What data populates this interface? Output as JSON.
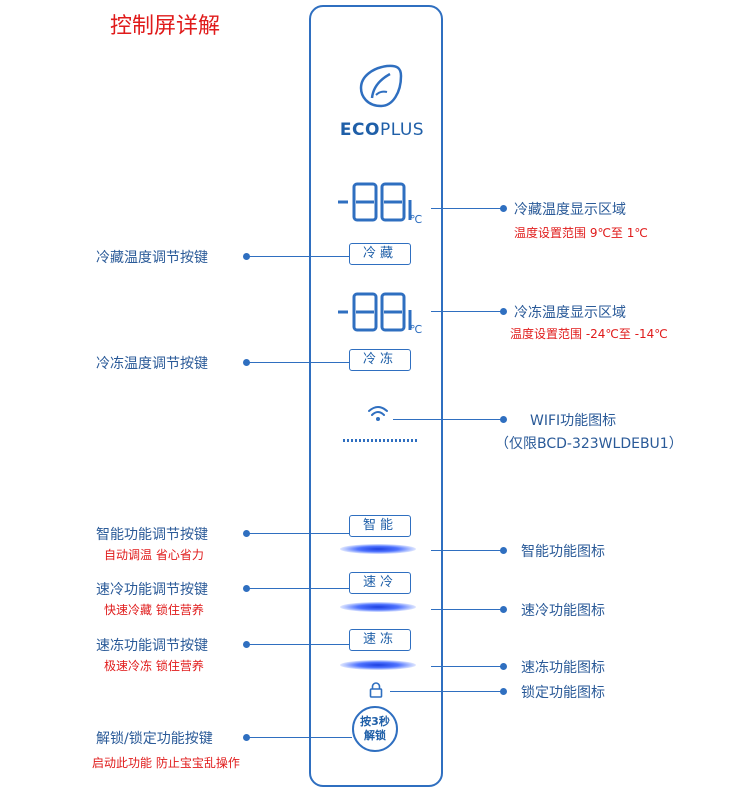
{
  "title": "控制屏详解",
  "brand": {
    "bold": "ECO",
    "light": "PLUS",
    "icon": "leaf-icon"
  },
  "displays": [
    {
      "digits": "-88",
      "unit": "℃"
    },
    {
      "digits": "-88",
      "unit": "℃"
    }
  ],
  "buttons": {
    "fridge": "冷藏",
    "freezer": "冷冻",
    "smart": "智能",
    "quick_cool": "速冷",
    "quick_freeze": "速冻",
    "unlock": [
      "按3秒",
      "解锁"
    ]
  },
  "left_labels": {
    "fridge": "冷藏温度调节按键",
    "freezer": "冷冻温度调节按键",
    "smart": "智能功能调节按键",
    "smart_note": "自动调温  省心省力",
    "quick_cool": "速冷功能调节按键",
    "quick_cool_note": "快速冷藏  锁住营养",
    "quick_freeze": "速冻功能调节按键",
    "quick_freeze_note": "极速冷冻  锁住营养",
    "lock": "解锁/锁定功能按键",
    "lock_note": "启动此功能 防止宝宝乱操作"
  },
  "right_labels": {
    "fridge_display": "冷藏温度显示区域",
    "fridge_range": "温度设置范围 9℃至 1℃",
    "freezer_display": "冷冻温度显示区域",
    "freezer_range": "温度设置范围 -24℃至 -14℃",
    "wifi": "WIFI功能图标",
    "wifi_note": "（仅限BCD-323WLDEBU1）",
    "smart_icon": "智能功能图标",
    "quick_cool_icon": "速冷功能图标",
    "quick_freeze_icon": "速冻功能图标",
    "lock_icon": "锁定功能图标"
  },
  "colors": {
    "accent": "#2f6fc0",
    "note": "#e01b1b"
  }
}
